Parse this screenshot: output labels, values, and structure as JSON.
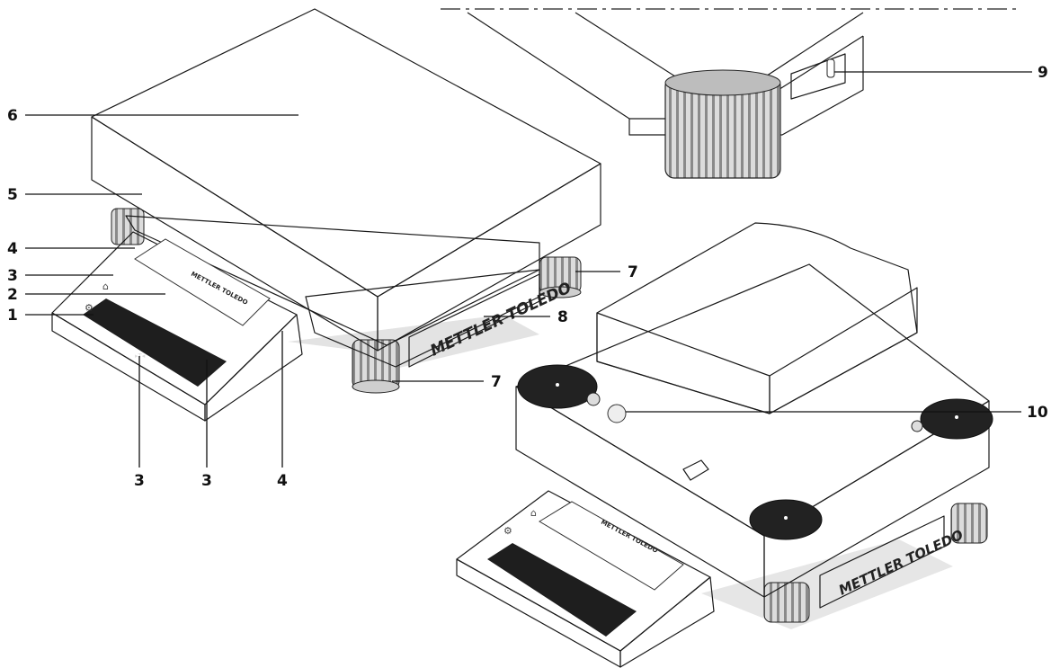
{
  "brand": {
    "logo_text": "METTLER TOLEDO"
  },
  "callouts": [
    {
      "id": "c1",
      "label": "1"
    },
    {
      "id": "c2",
      "label": "2"
    },
    {
      "id": "c3a",
      "label": "3"
    },
    {
      "id": "c4a",
      "label": "4"
    },
    {
      "id": "c5",
      "label": "5"
    },
    {
      "id": "c6",
      "label": "6"
    },
    {
      "id": "c3b",
      "label": "3"
    },
    {
      "id": "c3c",
      "label": "3"
    },
    {
      "id": "c4b",
      "label": "4"
    },
    {
      "id": "c7a",
      "label": "7"
    },
    {
      "id": "c8",
      "label": "8"
    },
    {
      "id": "c7b",
      "label": "7"
    },
    {
      "id": "c9",
      "label": "9"
    },
    {
      "id": "c10",
      "label": "10"
    }
  ],
  "colors": {
    "body_fill": "#ffffff",
    "shadow_fill": "#d9d9d9",
    "screen_dark": "#1e1e1e",
    "foot_fill": "#cfcfcf",
    "line": "#111111"
  }
}
